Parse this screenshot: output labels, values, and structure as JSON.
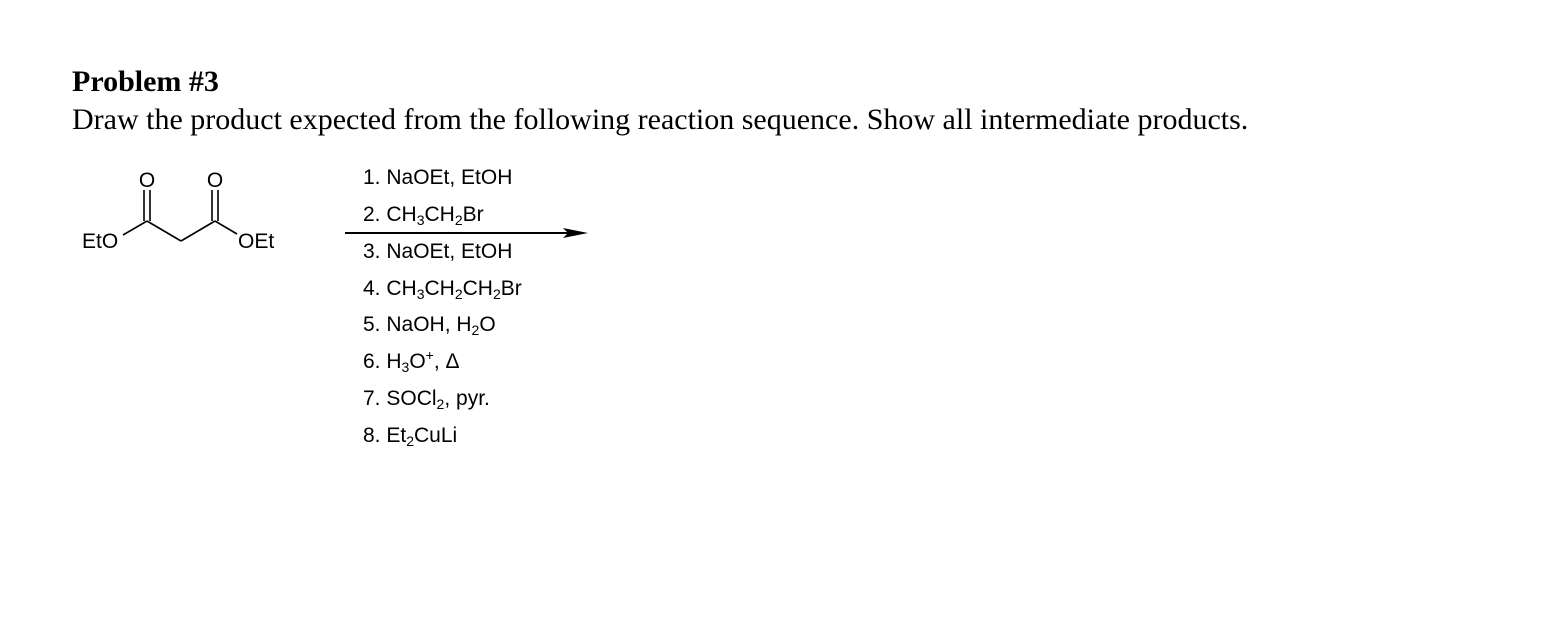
{
  "problem": {
    "title": "Problem #3",
    "instruction": "Draw the product expected from the following reaction sequence.  Show all intermediate products."
  },
  "starting_material": {
    "left_group": "EtO",
    "right_group": "OEt",
    "carbonyl_oxygen": "O"
  },
  "reagents": [
    {
      "number": "1.",
      "parts": [
        [
          "NaOEt, EtOH",
          ""
        ]
      ]
    },
    {
      "number": "2.",
      "parts": [
        [
          "CH",
          ""
        ],
        [
          "3",
          "sub"
        ],
        [
          "CH",
          ""
        ],
        [
          "2",
          "sub"
        ],
        [
          "Br",
          ""
        ]
      ]
    },
    {
      "number": "3.",
      "parts": [
        [
          "NaOEt, EtOH",
          ""
        ]
      ]
    },
    {
      "number": "4.",
      "parts": [
        [
          "CH",
          ""
        ],
        [
          "3",
          "sub"
        ],
        [
          "CH",
          ""
        ],
        [
          "2",
          "sub"
        ],
        [
          "CH",
          ""
        ],
        [
          "2",
          "sub"
        ],
        [
          "Br",
          ""
        ]
      ]
    },
    {
      "number": "5.",
      "parts": [
        [
          "NaOH, H",
          ""
        ],
        [
          "2",
          "sub"
        ],
        [
          "O",
          ""
        ]
      ]
    },
    {
      "number": "6.",
      "parts": [
        [
          "H",
          ""
        ],
        [
          "3",
          "sub"
        ],
        [
          "O",
          ""
        ],
        [
          "+",
          "sup"
        ],
        [
          ", Δ",
          ""
        ]
      ]
    },
    {
      "number": "7.",
      "parts": [
        [
          "SOCl",
          ""
        ],
        [
          "2",
          "sub"
        ],
        [
          ", pyr.",
          ""
        ]
      ]
    },
    {
      "number": "8.",
      "parts": [
        [
          "Et",
          ""
        ],
        [
          "2",
          "sub"
        ],
        [
          "CuLi",
          ""
        ]
      ]
    }
  ],
  "reagents_above_arrow": 2
}
